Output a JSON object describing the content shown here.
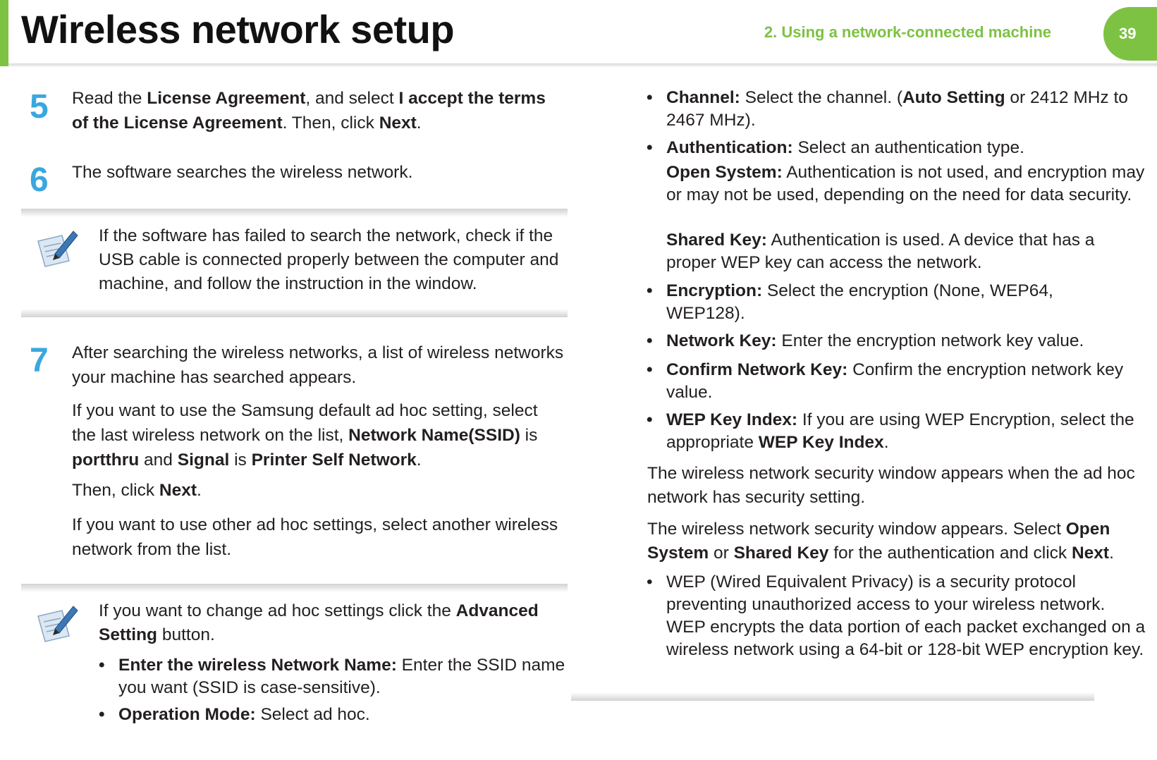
{
  "header": {
    "title": "Wireless network setup",
    "chapter": "2.  Using a network-connected machine",
    "page_number": "39"
  },
  "left": {
    "step5": {
      "number": "5",
      "t1": "Read the ",
      "b1": "License Agreement",
      "t2": ", and select ",
      "b2": "I accept the terms of the License Agreement",
      "t3": ". Then, click ",
      "b3": "Next",
      "t4": "."
    },
    "step6": {
      "number": "6",
      "text": "The software searches the wireless network."
    },
    "note1": {
      "text": "If the software has failed to search the network, check if the USB cable is connected properly between the computer and machine, and follow the instruction in the window."
    },
    "step7": {
      "number": "7",
      "p1": "After searching the wireless networks, a list of wireless networks your machine has searched appears.",
      "p2_t1": "If you want to use the Samsung default ad hoc setting, select the last wireless network on the list, ",
      "p2_b1": "Network Name(SSID)",
      "p2_t2": " is ",
      "p2_b2": "portthru",
      "p2_t3": " and ",
      "p2_b3": "Signal",
      "p2_t4": " is ",
      "p2_b4": "Printer Self Network",
      "p2_t5": ".",
      "p3_t1": "Then, click ",
      "p3_b1": "Next",
      "p3_t2": ".",
      "p4": "If you want to use other ad hoc settings, select another wireless network from the list."
    },
    "note2": {
      "t1": "If you want to change ad hoc settings click the ",
      "b1": "Advanced Setting",
      "t2": " button.",
      "bullets": [
        {
          "label": "Enter the wireless Network Name:",
          "text": " Enter the SSID name you want (SSID is case-sensitive)."
        },
        {
          "label": "Operation Mode:",
          "text": " Select ad hoc."
        }
      ]
    }
  },
  "right": {
    "bullet_char": "•",
    "channel": {
      "label": "Channel:",
      "t1": " Select the channel. (",
      "b1": "Auto Setting",
      "t2": " or 2412 MHz to 2467 MHz)."
    },
    "authentication": {
      "label": "Authentication:",
      "text": " Select an authentication type."
    },
    "open_system": {
      "label": "Open System:",
      "text": " Authentication is not used, and encryption may or may not be used, depending on the need for data security."
    },
    "shared_key": {
      "label": "Shared Key:",
      "text": " Authentication is used. A device that has a proper WEP key can access the network."
    },
    "encryption": {
      "label": "Encryption:",
      "text": " Select the encryption (None, WEP64, WEP128)."
    },
    "network_key": {
      "label": "Network Key:",
      "text": " Enter the encryption network key value."
    },
    "confirm_key": {
      "label": "Confirm Network Key:",
      "text": " Confirm the encryption network key value."
    },
    "wep_index": {
      "label": "WEP Key Index:",
      "t1": " If you are using WEP Encryption, select the appropriate ",
      "b1": "WEP Key Index",
      "t2": "."
    },
    "p1": "The wireless network security window appears when the ad hoc network has security setting.",
    "p2": {
      "t1": "The wireless network security window appears. Select ",
      "b1": "Open System",
      "t2": " or ",
      "b2": "Shared Key",
      "t3": " for the authentication and click ",
      "b3": "Next",
      "t4": "."
    },
    "wep_note": "WEP (Wired Equivalent Privacy) is a security protocol preventing unauthorized access to your wireless network. WEP encrypts the data portion of each packet exchanged on a wireless network using a 64-bit or 128-bit WEP encryption key."
  },
  "colors": {
    "accent_green": "#7dc242",
    "step_blue": "#3ba7df"
  },
  "icons": {
    "note": "note-pencil-icon"
  }
}
